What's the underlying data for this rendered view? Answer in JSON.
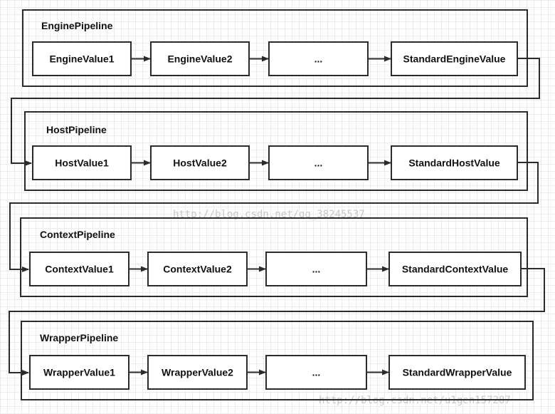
{
  "pipelines": [
    {
      "title": "EnginePipeline",
      "valves": [
        "EngineValue1",
        "EngineValue2",
        "...",
        "StandardEngineValue"
      ]
    },
    {
      "title": "HostPipeline",
      "valves": [
        "HostValue1",
        "HostValue2",
        "...",
        "StandardHostValue"
      ]
    },
    {
      "title": "ContextPipeline",
      "valves": [
        "ContextValue1",
        "ContextValue2",
        "...",
        "StandardContextValue"
      ]
    },
    {
      "title": "WrapperPipeline",
      "valves": [
        "WrapperValue1",
        "WrapperValue2",
        "...",
        "StandardWrapperValue"
      ]
    }
  ],
  "watermarks": [
    "http://blog.csdn.net/qq_38245537",
    "http://blog.csdn.net/u1gen157287"
  ],
  "colors": {
    "stroke": "#2b2b2b",
    "watermark": "#c8c8c8"
  }
}
